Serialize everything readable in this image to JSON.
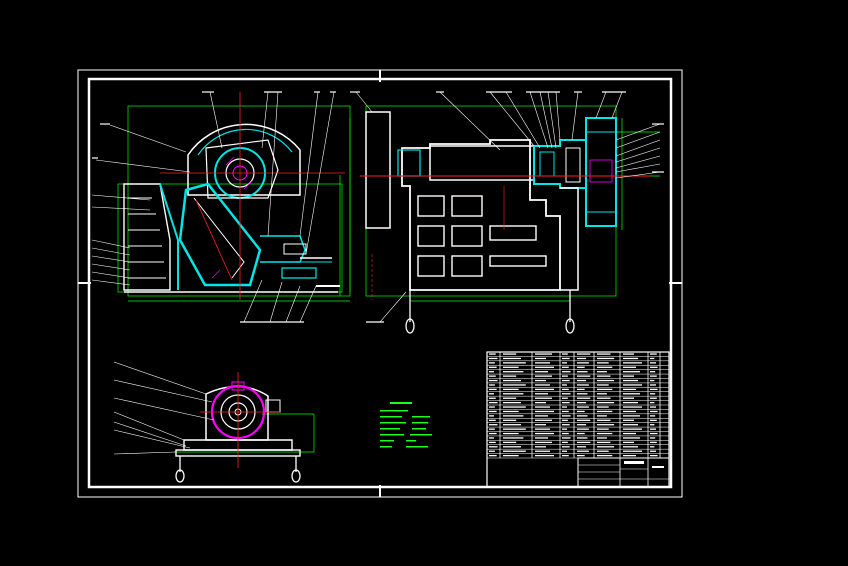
{
  "drawing": {
    "type": "assembly drawing (jaw crusher)",
    "colors": {
      "background": "#000000",
      "frame": "#ffffff",
      "dimension": "#00ff00",
      "body": "#00e5e5",
      "center_line": "#ff2020",
      "hatch": "#ff00ff",
      "text_note": "#1aff1a"
    }
  },
  "views": {
    "front": {
      "name": "front-view"
    },
    "side": {
      "name": "side-view"
    },
    "motor": {
      "name": "motor-view"
    }
  },
  "notes": {
    "title": "",
    "lines": []
  },
  "title_block": {
    "title": ""
  }
}
